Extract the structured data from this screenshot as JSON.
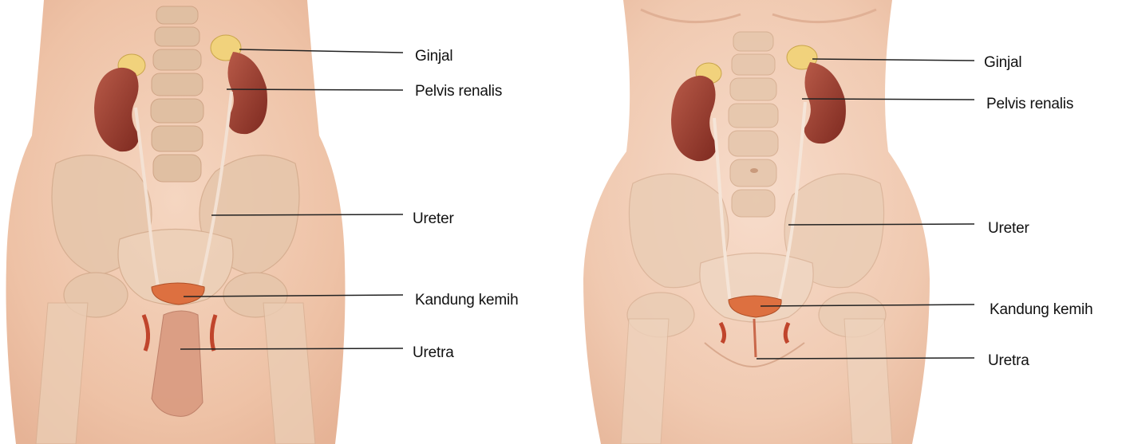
{
  "diagrams": [
    {
      "id": "male",
      "labels": {
        "ginjal": "Ginjal",
        "pelvis": "Pelvis renalis",
        "ureter": "Ureter",
        "kandung": "Kandung kemih",
        "uretra": "Uretra"
      }
    },
    {
      "id": "female",
      "labels": {
        "ginjal": "Ginjal",
        "pelvis": "Pelvis renalis",
        "ureter": "Ureter",
        "kandung": "Kandung kemih",
        "uretra": "Uretra"
      }
    }
  ],
  "colors": {
    "skin": "#f1c7ad",
    "bone": "#e3c2a6",
    "kidney": "#9c3a2a",
    "adrenal": "#f0d27a",
    "bladder": "#d96a3a",
    "leader": "#222222"
  }
}
